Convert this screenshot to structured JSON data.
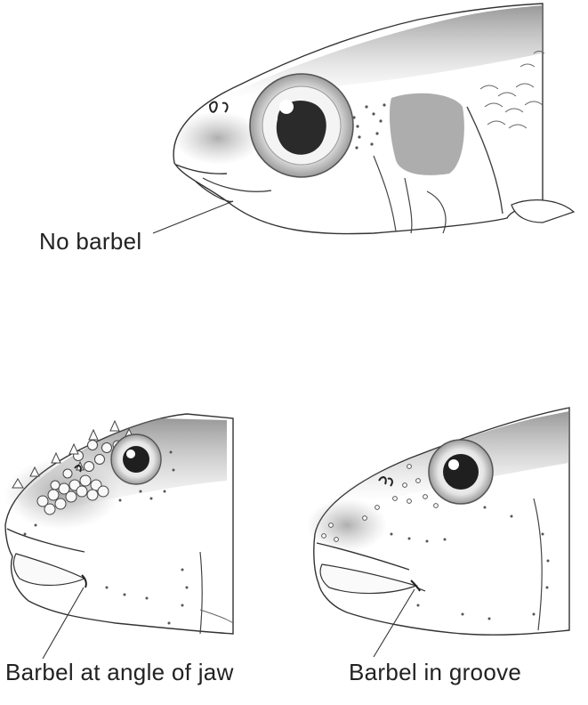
{
  "labels": {
    "no_barbel": "No barbel",
    "barbel_angle": "Barbel at angle of jaw",
    "barbel_groove": "Barbel in groove"
  },
  "colors": {
    "ink": "#333333",
    "shade": "#8a8a8a",
    "dark_shade": "#555555",
    "paper": "#ffffff"
  }
}
